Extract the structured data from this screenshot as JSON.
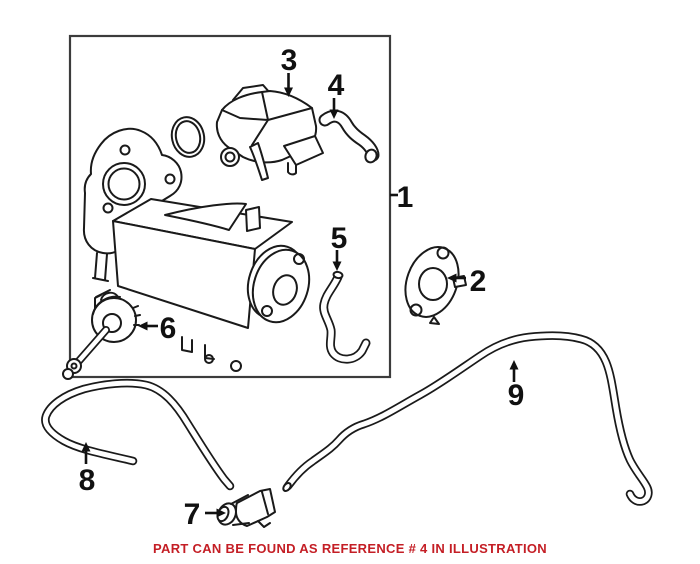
{
  "colors": {
    "background": "#ffffff",
    "line": "#1a1a1a",
    "frame": "#3c3c3c",
    "label": "#111111",
    "caption": "#c41e25"
  },
  "callouts": [
    "1",
    "2",
    "3",
    "4",
    "5",
    "6",
    "7",
    "8",
    "9"
  ],
  "caption": {
    "text": "PART CAN BE FOUND AS REFERENCE # 4 IN ILLUSTRATION"
  }
}
